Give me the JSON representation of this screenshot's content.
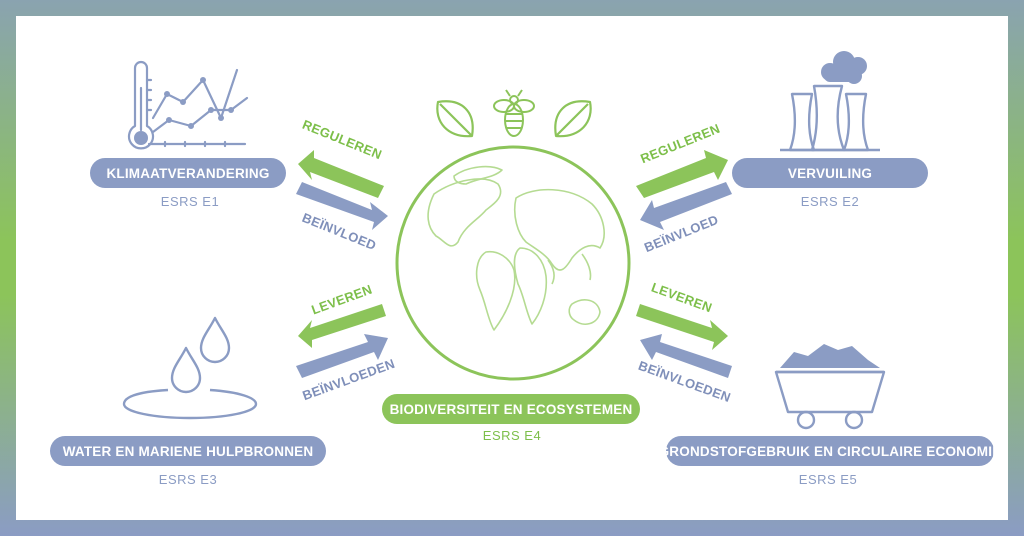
{
  "colors": {
    "green": "#8cc45a",
    "blue": "#8b9cc4",
    "white": "#ffffff"
  },
  "center": {
    "title": "BIODIVERSITEIT EN ECOSYSTEMEN",
    "code": "ESRS E4",
    "icons": [
      "leaf-icon",
      "bee-icon",
      "leaf-icon",
      "globe-icon"
    ]
  },
  "topics": {
    "e1": {
      "title": "KLIMAATVERANDERING",
      "code": "ESRS E1",
      "icon": "thermometer-chart-icon",
      "arrow_out": "REGULEREN",
      "arrow_in": "BEÏNVLOED"
    },
    "e2": {
      "title": "VERVUILING",
      "code": "ESRS E2",
      "icon": "factory-smoke-icon",
      "arrow_out": "REGULEREN",
      "arrow_in": "BEÏNVLOED"
    },
    "e3": {
      "title": "WATER EN MARIENE HULPBRONNEN",
      "code": "ESRS E3",
      "icon": "water-drops-icon",
      "arrow_out": "LEVEREN",
      "arrow_in": "BEÏNVLOEDEN"
    },
    "e5": {
      "title": "GRONDSTOFGEBRUIK EN CIRCULAIRE ECONOMIE",
      "code": "ESRS E5",
      "icon": "mine-cart-icon",
      "arrow_out": "LEVEREN",
      "arrow_in": "BEÏNVLOEDEN"
    }
  }
}
